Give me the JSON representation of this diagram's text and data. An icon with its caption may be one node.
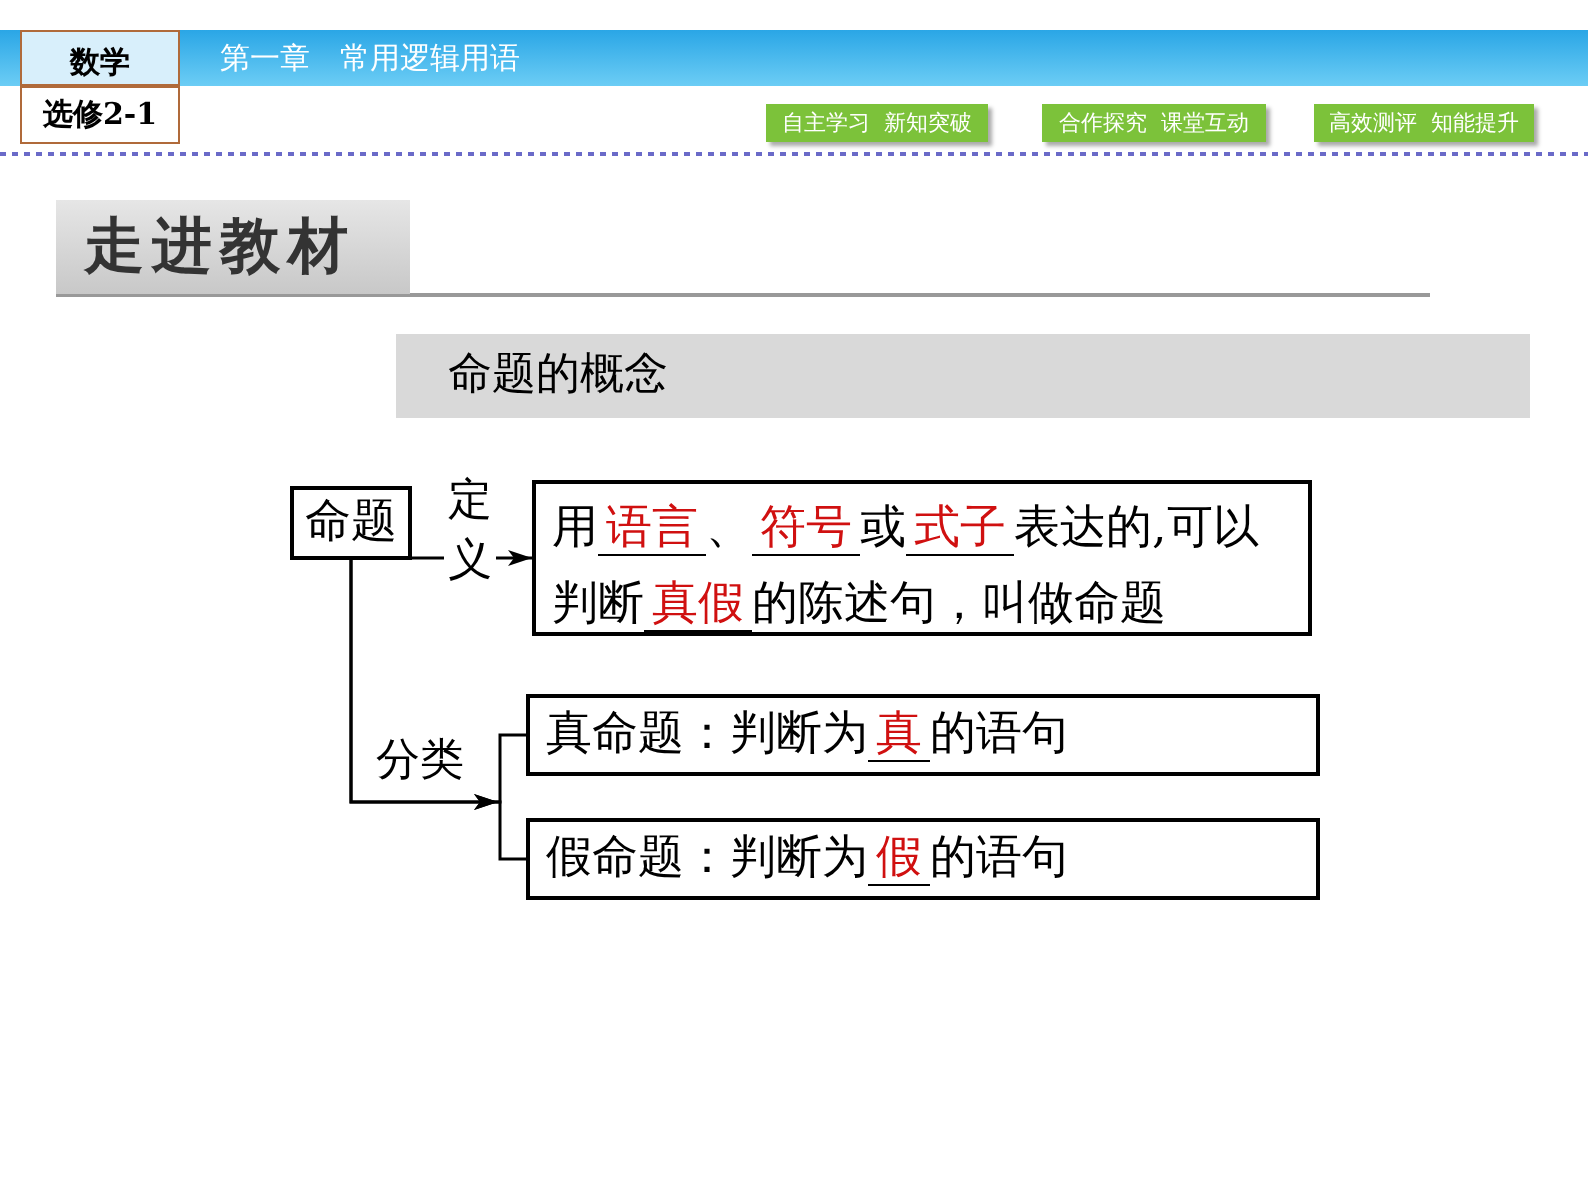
{
  "diagram": {
    "title": "命题的概念",
    "nodes": [
      {
        "text": [
          "命题"
        ]
      },
      {
        "text": [
          "用**语言**、**符号**或**式子**表达的,可以判断**真假**的陈述句，叫做命题"
        ]
      },
      {
        "text": [
          "真命题：判断为**真**的语句"
        ]
      },
      {
        "text": [
          "假命题：判断为**假**的语句"
        ]
      }
    ],
    "edges": [
      {
        "from": 0,
        "to": 1,
        "arrow": "to",
        "label": "定义"
      },
      {
        "from": 0,
        "to": 2,
        "arrow": "to",
        "label": "分类"
      },
      {
        "from": 0,
        "to": 3,
        "arrow": "to"
      }
    ],
    "labels": [
      "数学",
      "第一章　常用逻辑用语",
      "选修2-1",
      "自主学习  新知突破",
      "合作探究  课堂互动",
      "高效测评  知能提升",
      "走进教材"
    ]
  }
}
